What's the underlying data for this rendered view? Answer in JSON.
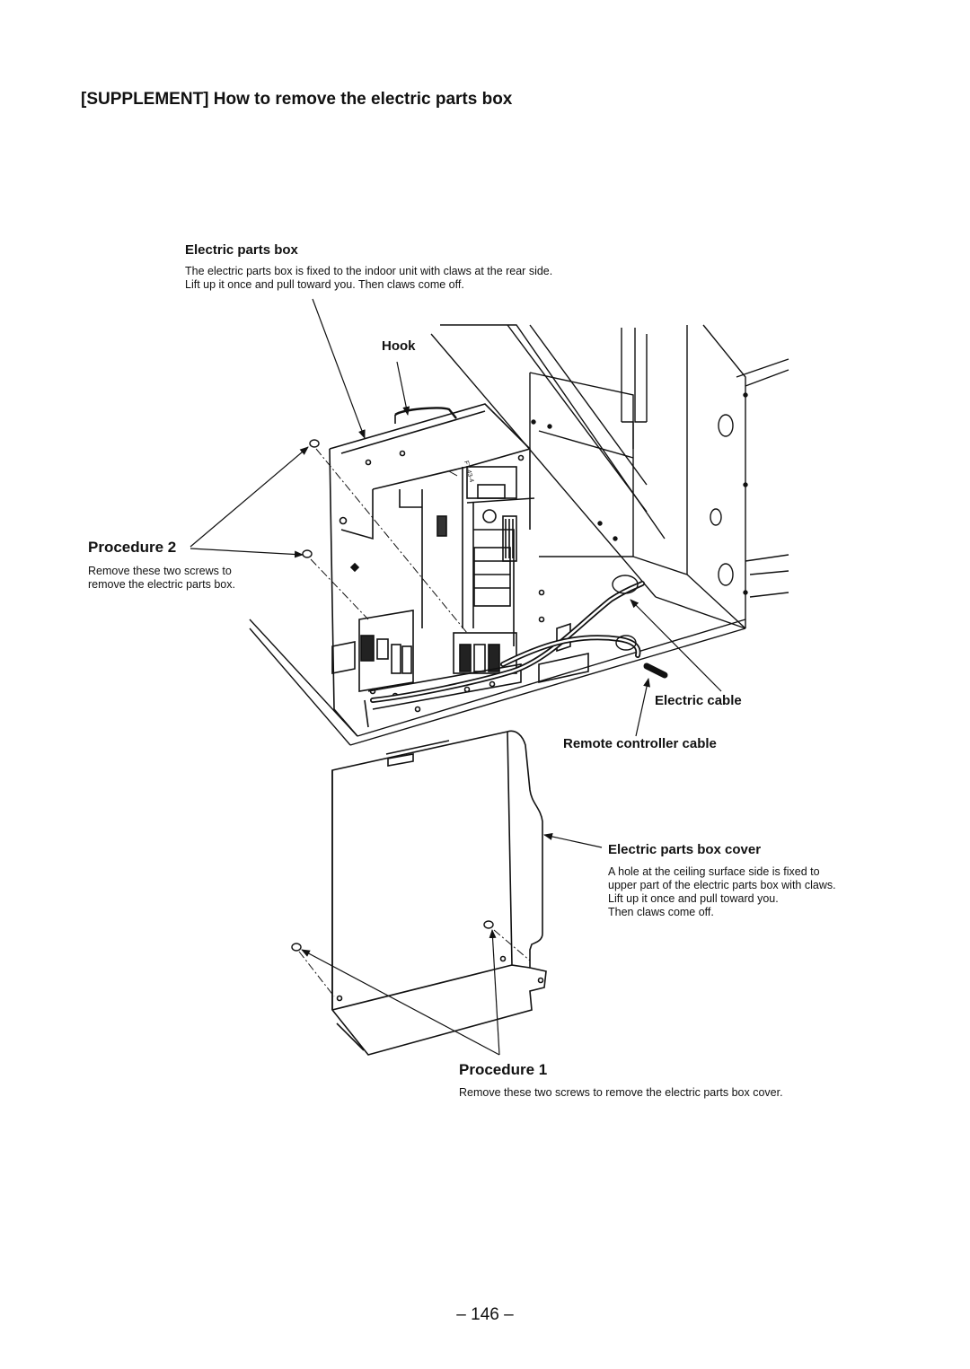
{
  "page": {
    "title": "[SUPPLEMENT] How to remove the electric parts box",
    "page_number": "– 146 –"
  },
  "callouts": {
    "electric_parts_box": {
      "label": "Electric parts box",
      "line1": "The electric parts box is fixed to the indoor unit with claws at the rear side.",
      "line2": "Lift up it once and pull toward you. Then claws come off."
    },
    "hook": {
      "label": "Hook"
    },
    "procedure2": {
      "label": "Procedure 2",
      "line1": "Remove these two screws to",
      "line2": "remove the electric parts box."
    },
    "electric_cable": {
      "label": "Electric cable"
    },
    "remote_controller_cable": {
      "label": "Remote controller cable"
    },
    "electric_parts_box_cover": {
      "label": "Electric parts box cover",
      "line1": "A hole at the ceiling surface side is fixed to",
      "line2": "upper part of the electric parts box with claws.",
      "line3": "Lift up it once and pull toward you.",
      "line4": "Then claws come off."
    },
    "procedure1": {
      "label": "Procedure 1",
      "line1": "Remove these two screws to remove the electric parts box cover."
    }
  },
  "drawing": {
    "figure_code": "FT-43-4"
  }
}
